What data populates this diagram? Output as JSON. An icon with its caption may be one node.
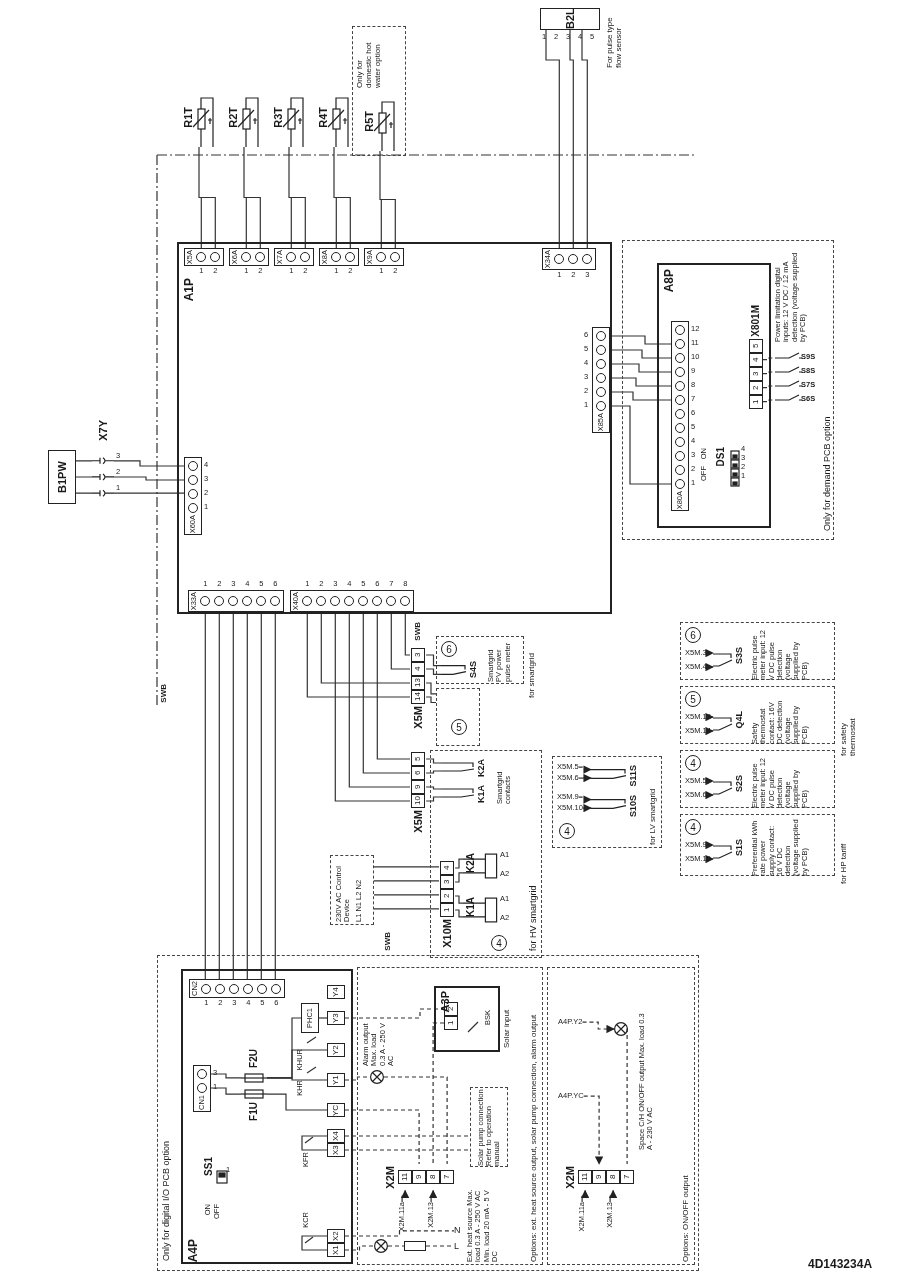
{
  "diagram": {
    "nodes": [
      {
        "text": [
          "A1P"
        ]
      },
      {
        "text": [
          "X5A"
        ],
        "in": 0,
        "beside": [
          "1",
          "2"
        ]
      },
      {
        "text": [
          "X6A"
        ],
        "in": 0,
        "beside": [
          "1",
          "2"
        ]
      },
      {
        "text": [
          "X7A"
        ],
        "in": 0,
        "beside": [
          "1",
          "2"
        ]
      },
      {
        "text": [
          "X8A"
        ],
        "in": 0,
        "beside": [
          "1",
          "2"
        ]
      },
      {
        "text": [
          "X9A"
        ],
        "in": 0,
        "beside": [
          "1",
          "2"
        ]
      },
      {
        "text": [
          "X34A"
        ],
        "in": 0,
        "beside": [
          "1",
          "2",
          "3"
        ]
      },
      {
        "text": [
          "X60A"
        ],
        "in": 0,
        "beside": [
          "1",
          "2",
          "3",
          "4"
        ]
      },
      {
        "text": [
          "X33A"
        ],
        "in": 0,
        "beside": [
          "1",
          "2",
          "3",
          "4",
          "5",
          "6"
        ]
      },
      {
        "text": [
          "X40A"
        ],
        "in": 0,
        "beside": [
          "1",
          "2",
          "3",
          "4",
          "5",
          "6",
          "7",
          "8"
        ]
      },
      {
        "text": [
          "X85A"
        ],
        "in": 0,
        "beside": [
          "1",
          "2",
          "3",
          "4",
          "5",
          "6"
        ]
      },
      {
        "text": [
          "R1T"
        ]
      },
      {
        "text": [
          "R2T"
        ]
      },
      {
        "text": [
          "R3T"
        ]
      },
      {
        "text": [
          "R4T"
        ]
      },
      {
        "text": [
          "Only for domestic hot water option"
        ]
      },
      {
        "text": [
          "R5T"
        ],
        "in": 15
      },
      {
        "text": [
          "B2L"
        ],
        "beside": [
          "1",
          "2",
          "3",
          "4",
          "5",
          "For pulse type flow sensor"
        ]
      },
      {
        "text": [
          "B1PW"
        ]
      },
      {
        "text": [
          "X7Y"
        ],
        "beside": [
          "1",
          "2",
          "3"
        ]
      },
      {
        "text": [
          "Only for demand PCB option"
        ]
      },
      {
        "text": [
          "A8P"
        ],
        "in": 20
      },
      {
        "text": [
          "X80A"
        ],
        "in": 21,
        "beside": [
          "1",
          "2",
          "3",
          "4",
          "5",
          "6",
          "7",
          "8",
          "9",
          "10",
          "11",
          "12"
        ]
      },
      {
        "text": [
          "DS1"
        ],
        "in": 21,
        "beside": [
          "ON",
          "OFF",
          "1",
          "2",
          "3",
          "4"
        ]
      },
      {
        "text": [
          "X801M",
          "1",
          "2",
          "3",
          "4",
          "5"
        ],
        "in": 21
      },
      {
        "text": [
          "S9S"
        ],
        "in": 20
      },
      {
        "text": [
          "S8S"
        ],
        "in": 20
      },
      {
        "text": [
          "S7S"
        ],
        "in": 20
      },
      {
        "text": [
          "S6S"
        ],
        "in": 20
      },
      {
        "text": [
          "3",
          "4",
          "13",
          "14",
          "X5M"
        ]
      },
      {
        "text": [
          "Smartgrid PV power pulse meter"
        ],
        "beside": [
          "for smartgrid"
        ]
      },
      {
        "text": [
          "6"
        ],
        "in": 30
      },
      {
        "text": [
          "S4S"
        ],
        "in": 30
      },
      {
        "text": [],
        "shape": "box"
      },
      {
        "text": [
          "5"
        ],
        "in": 33
      },
      {
        "text": [
          "5",
          "6",
          "9",
          "10",
          "X5M"
        ]
      },
      {
        "text": [
          "for HV smartgrid"
        ]
      },
      {
        "text": [
          "K2A"
        ],
        "in": 36
      },
      {
        "text": [
          "K1A"
        ],
        "in": 36
      },
      {
        "text": [
          "X10M",
          "1",
          "2",
          "3",
          "4"
        ],
        "in": 36
      },
      {
        "text": [
          "K2A"
        ],
        "in": 36,
        "beside": [
          "A1",
          "A2"
        ]
      },
      {
        "text": [
          "K1A"
        ],
        "in": 36,
        "beside": [
          "A1",
          "A2"
        ]
      },
      {
        "text": [
          "4"
        ],
        "in": 36
      },
      {
        "text": [
          "230V AC Control Device",
          "L1 N1 L2 N2"
        ]
      },
      {
        "text": [
          "for LV smartgrid"
        ]
      },
      {
        "text": [
          "S11S"
        ],
        "in": 44
      },
      {
        "text": [
          "S10S"
        ],
        "in": 44
      },
      {
        "text": [
          "X5M.5"
        ],
        "in": 44
      },
      {
        "text": [
          "X5M.6"
        ],
        "in": 44
      },
      {
        "text": [
          "X5M.9"
        ],
        "in": 44
      },
      {
        "text": [
          "X5M.10"
        ],
        "in": 44
      },
      {
        "text": [
          "4"
        ],
        "in": 44
      },
      {
        "text": [
          "Electric pulse meter input: 12 V DC pulse detection (voltage supplied by PCB)"
        ]
      },
      {
        "text": [
          "6"
        ],
        "in": 52
      },
      {
        "text": [
          "S3S"
        ],
        "in": 52
      },
      {
        "text": [
          "X5M.3"
        ],
        "in": 52
      },
      {
        "text": [
          "X5M.4"
        ],
        "in": 52
      },
      {
        "text": [
          "Safety thermostat contact: 16V DC detection (voltage supplied by PCB)"
        ],
        "beside": [
          "for safety thermostat"
        ]
      },
      {
        "text": [
          "5"
        ],
        "in": 57
      },
      {
        "text": [
          "Q4L"
        ],
        "in": 57
      },
      {
        "text": [
          "X5M.13"
        ],
        "in": 57
      },
      {
        "text": [
          "X5M.14"
        ],
        "in": 57
      },
      {
        "text": [
          "Electric pulse meter input: 12 V DC pulse detection (voltage supplied by PCB)"
        ]
      },
      {
        "text": [
          "4"
        ],
        "in": 62
      },
      {
        "text": [
          "S2S"
        ],
        "in": 62
      },
      {
        "text": [
          "X5M.5"
        ],
        "in": 62
      },
      {
        "text": [
          "X5M.6"
        ],
        "in": 62
      },
      {
        "text": [
          "Preferential kWh rate power supply contact: 16 V DC detection (voltage supplied by PCB)"
        ],
        "beside": [
          "for HP tariff"
        ]
      },
      {
        "text": [
          "4"
        ],
        "in": 67
      },
      {
        "text": [
          "S1S"
        ],
        "in": 67
      },
      {
        "text": [
          "X5M.9"
        ],
        "in": 67
      },
      {
        "text": [
          "X5M.10"
        ],
        "in": 67
      },
      {
        "text": [
          "Only for digital I/O PCB option"
        ]
      },
      {
        "text": [
          "A4P"
        ],
        "in": 72
      },
      {
        "text": [
          "CN2"
        ],
        "in": 73,
        "beside": [
          "1",
          "2",
          "3",
          "4",
          "5",
          "6"
        ]
      },
      {
        "text": [
          "CN1"
        ],
        "in": 73,
        "beside": [
          "1",
          "3"
        ]
      },
      {
        "text": [
          "F2U"
        ],
        "in": 73
      },
      {
        "text": [
          "F1U"
        ],
        "in": 73
      },
      {
        "text": [
          "SS1"
        ],
        "in": 73,
        "beside": [
          "ON",
          "OFF",
          "1"
        ]
      },
      {
        "text": [
          "PHC1"
        ],
        "in": 73
      },
      {
        "text": [
          "Y4"
        ],
        "in": 73
      },
      {
        "text": [
          "Y3"
        ],
        "in": 73
      },
      {
        "text": [
          "Y2"
        ],
        "in": 73
      },
      {
        "text": [
          "Y1"
        ],
        "in": 73
      },
      {
        "text": [
          "YC"
        ],
        "in": 73
      },
      {
        "text": [
          "X4"
        ],
        "in": 73
      },
      {
        "text": [
          "X3"
        ],
        "in": 73
      },
      {
        "text": [
          "X2"
        ],
        "in": 73
      },
      {
        "text": [
          "X1"
        ],
        "in": 73
      },
      {
        "text": [
          "Options: ext. heat source output, solar pump connection, alarm output"
        ],
        "in": 72
      },
      {
        "text": [
          "A3P"
        ],
        "in": 89,
        "beside": [
          "Solar input"
        ]
      },
      {
        "text": [
          "1",
          "2"
        ],
        "in": 90
      },
      {
        "text": [
          "X2M",
          "11",
          "9",
          "8",
          "7"
        ],
        "in": 89
      },
      {
        "text": [
          "X2M.11a"
        ],
        "in": 89
      },
      {
        "text": [
          "X2M.13"
        ],
        "in": 89
      },
      {
        "text": [
          "Solar pump connection Refer to operation manual"
        ],
        "in": 89
      },
      {
        "text": [],
        "shape": "circle",
        "in": 89,
        "beside": [
          "Alarm output Max. load 0.3 A - 250 V AC"
        ]
      },
      {
        "text": [],
        "shape": "circle",
        "in": 89
      },
      {
        "text": [],
        "shape": "box",
        "in": 89
      },
      {
        "text": [
          "N"
        ],
        "in": 89
      },
      {
        "text": [
          "L"
        ],
        "in": 89
      },
      {
        "text": [
          "Options: ON/OFF output"
        ],
        "in": 72
      },
      {
        "text": [
          "X2M",
          "11",
          "9",
          "8",
          "7"
        ],
        "in": 101
      },
      {
        "text": [
          "X2M.11a"
        ],
        "in": 101
      },
      {
        "text": [
          "X2M.13"
        ],
        "in": 101
      },
      {
        "text": [],
        "shape": "circle",
        "in": 101,
        "beside": [
          "Space C/H ON/OFF output Max. load 0.3 A - 230 V AC"
        ]
      },
      {
        "text": [
          "A4P.Y2"
        ],
        "in": 101
      },
      {
        "text": [
          "A4P.YC"
        ],
        "in": 101
      }
    ],
    "edges": [
      {
        "from": 11,
        "to": 1,
        "arrow": "none"
      },
      {
        "from": 12,
        "to": 2,
        "arrow": "none"
      },
      {
        "from": 13,
        "to": 3,
        "arrow": "none"
      },
      {
        "from": 14,
        "to": 4,
        "arrow": "none"
      },
      {
        "from": 16,
        "to": 5,
        "arrow": "none"
      },
      {
        "from": 17,
        "to": 6,
        "arrow": "none"
      },
      {
        "from": 18,
        "to": 19,
        "arrow": "none"
      },
      {
        "from": 19,
        "to": 7,
        "arrow": "none"
      },
      {
        "from": 10,
        "to": 22,
        "arrow": "none"
      },
      {
        "from": 24,
        "to": 25,
        "arrow": "none",
        "style": "dashed"
      },
      {
        "from": 24,
        "to": 26,
        "arrow": "none",
        "style": "dashed"
      },
      {
        "from": 24,
        "to": 27,
        "arrow": "none",
        "style": "dashed"
      },
      {
        "from": 24,
        "to": 28,
        "arrow": "none",
        "style": "dashed"
      },
      {
        "from": 8,
        "to": 74,
        "arrow": "none"
      },
      {
        "from": 9,
        "to": 29,
        "arrow": "none"
      },
      {
        "from": 9,
        "to": 35,
        "arrow": "none"
      },
      {
        "from": 29,
        "to": 32,
        "arrow": "none"
      },
      {
        "from": 29,
        "to": 33,
        "arrow": "none"
      },
      {
        "from": 35,
        "to": 37,
        "arrow": "none"
      },
      {
        "from": 35,
        "to": 38,
        "arrow": "none"
      },
      {
        "from": 43,
        "to": 39,
        "arrow": "none"
      },
      {
        "from": 39,
        "to": 40,
        "arrow": "none"
      },
      {
        "from": 39,
        "to": 41,
        "arrow": "none"
      },
      {
        "from": 47,
        "to": 45,
        "arrow": "to",
        "style": "dashed"
      },
      {
        "from": 48,
        "to": 45,
        "arrow": "to"
      },
      {
        "from": 49,
        "to": 46,
        "arrow": "to",
        "style": "dashed"
      },
      {
        "from": 50,
        "to": 46,
        "arrow": "to"
      },
      {
        "from": 55,
        "to": 54,
        "arrow": "to",
        "style": "dashed"
      },
      {
        "from": 56,
        "to": 54,
        "arrow": "to"
      },
      {
        "from": 60,
        "to": 59,
        "arrow": "to",
        "style": "dashed"
      },
      {
        "from": 61,
        "to": 59,
        "arrow": "to"
      },
      {
        "from": 65,
        "to": 64,
        "arrow": "to",
        "style": "dashed"
      },
      {
        "from": 66,
        "to": 64,
        "arrow": "to"
      },
      {
        "from": 70,
        "to": 69,
        "arrow": "to",
        "style": "dashed"
      },
      {
        "from": 71,
        "to": 69,
        "arrow": "to"
      },
      {
        "from": 75,
        "to": 76,
        "arrow": "none"
      },
      {
        "from": 75,
        "to": 77,
        "arrow": "none"
      },
      {
        "from": 76,
        "to": 79,
        "arrow": "none"
      },
      {
        "from": 79,
        "to": 81,
        "arrow": "none"
      },
      {
        "from": 76,
        "to": 82,
        "arrow": "none"
      },
      {
        "from": 76,
        "to": 83,
        "arrow": "none"
      },
      {
        "from": 77,
        "to": 84,
        "arrow": "none"
      },
      {
        "from": 86,
        "to": 85,
        "arrow": "none"
      },
      {
        "from": 88,
        "to": 87,
        "arrow": "none"
      },
      {
        "from": 81,
        "to": 91,
        "arrow": "none",
        "style": "dashed"
      },
      {
        "from": 83,
        "to": 96,
        "arrow": "none",
        "style": "dashed"
      },
      {
        "from": 96,
        "to": 92,
        "arrow": "none",
        "style": "dashed"
      },
      {
        "from": 84,
        "to": 92,
        "arrow": "none",
        "style": "dashed"
      },
      {
        "from": 91,
        "to": 92,
        "arrow": "none",
        "style": "dashed"
      },
      {
        "from": 85,
        "to": 95,
        "arrow": "none",
        "style": "dashed"
      },
      {
        "from": 86,
        "to": 95,
        "arrow": "none",
        "style": "dashed"
      },
      {
        "from": 87,
        "to": 99,
        "arrow": "none",
        "style": "dashed"
      },
      {
        "from": 88,
        "to": 97,
        "arrow": "none",
        "style": "dashed"
      },
      {
        "from": 97,
        "to": 98,
        "arrow": "none",
        "style": "dashed"
      },
      {
        "from": 98,
        "to": 100,
        "arrow": "none",
        "style": "dashed"
      },
      {
        "from": 93,
        "to": 92,
        "arrow": "to"
      },
      {
        "from": 94,
        "to": 92,
        "arrow": "to"
      },
      {
        "from": 106,
        "to": 105,
        "arrow": "to",
        "style": "dashed"
      },
      {
        "from": 105,
        "to": 102,
        "arrow": "none",
        "style": "dashed"
      },
      {
        "from": 107,
        "to": 102,
        "arrow": "to",
        "style": "dashed"
      },
      {
        "from": 103,
        "to": 102,
        "arrow": "to"
      },
      {
        "from": 104,
        "to": 102,
        "arrow": "to"
      },
      {
        "from": 9,
        "to": 29,
        "arrow": "none"
      },
      {
        "from": 9,
        "to": 29,
        "arrow": "none"
      },
      {
        "from": 9,
        "to": 29,
        "arrow": "none"
      },
      {
        "from": 9,
        "to": 35,
        "arrow": "none"
      },
      {
        "from": 9,
        "to": 35,
        "arrow": "none"
      },
      {
        "from": 9,
        "to": 35,
        "arrow": "none"
      },
      {
        "from": 39,
        "to": 40,
        "arrow": "none"
      },
      {
        "from": 39,
        "to": 41,
        "arrow": "none"
      }
    ],
    "labels": [
      "Power limitation digital inputs: 12 V DC / 12 mA detection (voltage supplied by PCB)",
      "SWB",
      "SWB",
      "Smartgrid contacts",
      "SWB",
      "KHUR",
      "KHR",
      "KFR",
      "KCR",
      "BSK",
      "Ext. heat source Max. load 0.3 A - 250 V AC Min. load 20 mA - 5 V DC",
      "4D143234A"
    ]
  }
}
